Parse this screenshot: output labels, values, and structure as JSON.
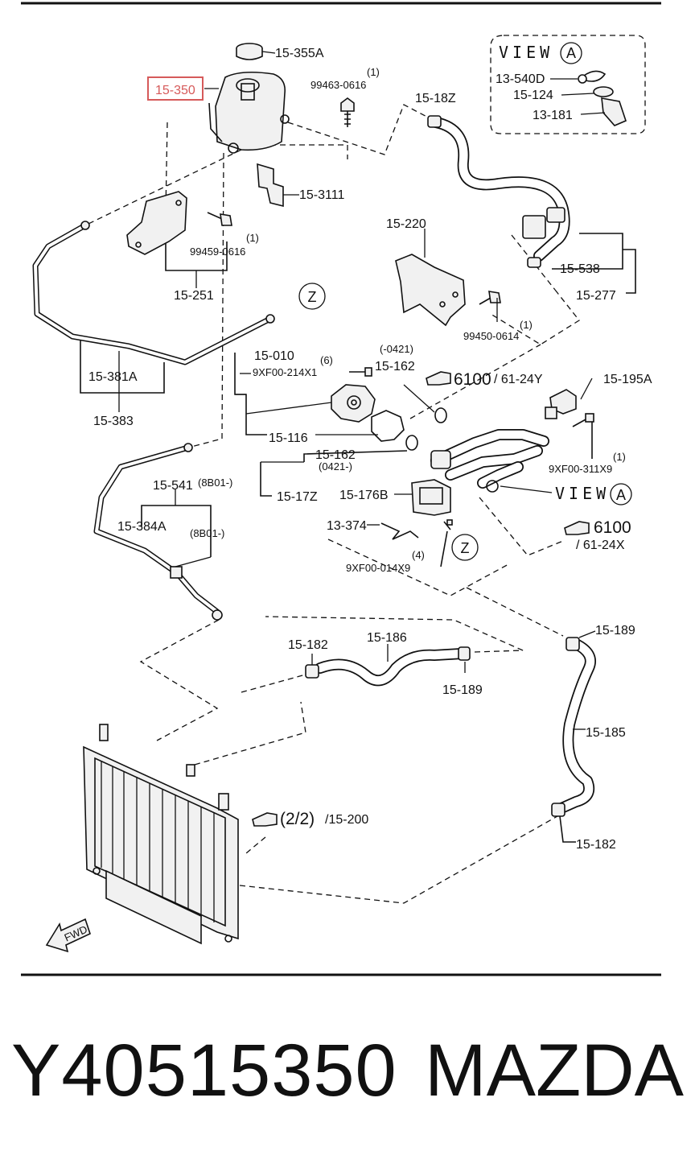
{
  "labels": {
    "p_15_355A": "15-355A",
    "p_15_350": "15-350",
    "p_99463_0616": "99463-0616",
    "q_99463": "(1)",
    "p_15_18Z": "15-18Z",
    "p_15_3111": "15-3111",
    "p_99459_0616": "99459-0616",
    "q_99459": "(1)",
    "p_15_251": "15-251",
    "p_15_220": "15-220",
    "p_15_538": "15-538",
    "p_15_277": "15-277",
    "p_99450_0614": "99450-0614",
    "q_99450": "(1)",
    "p_15_381A": "15-381A",
    "p_15_383": "15-383",
    "p_15_010": "15-010",
    "q_9XF00_214": "(6)",
    "p_9XF00_214X1": "9XF00-214X1",
    "p_15_116": "15-116",
    "d_0421_a": "(-0421)",
    "p_15_162_a": "15-162",
    "ref_6100_a": "6100",
    "ref_61_24Y": "/ 61-24Y",
    "p_15_195A": "15-195A",
    "p_15_162_b": "15-162",
    "d_0421_b": "(0421-)",
    "p_15_17Z": "15-17Z",
    "p_15_176B": "15-176B",
    "q_9XF00_311": "(1)",
    "p_9XF00_311X9": "9XF00-311X9",
    "p_15_541": "15-541",
    "d_8B01_a": "(8B01-)",
    "p_15_384A": "15-384A",
    "d_8B01_b": "(8B01-)",
    "p_13_374": "13-374",
    "q_9XF00_014": "(4)",
    "p_9XF00_014X9": "9XF00-014X9",
    "ref_6100_b": "6100",
    "ref_61_24X": "/ 61-24X",
    "p_15_189_a": "15-189",
    "p_15_182_a": "15-182",
    "p_15_186": "15-186",
    "p_15_189_b": "15-189",
    "p_15_185": "15-185",
    "ref_2_2": "(2/2)",
    "ref_15_200": "/15-200",
    "p_15_182_b": "15-182",
    "p_13_540D": "13-540D",
    "p_15_124": "15-124",
    "p_13_181": "13-181"
  },
  "view_box": {
    "title": "VIEW",
    "letter": "A"
  },
  "view_callout": {
    "title": "VIEW",
    "letter": "A"
  },
  "z_marker_1": "Z",
  "z_marker_2": "Z",
  "fwd_label": "FWD",
  "highlight": {
    "part": "15-350",
    "color": "#d65a5a"
  },
  "footer": {
    "part_number": "Y40515350",
    "brand": "MAZDA"
  },
  "icons": {
    "hand": "pointing-hand-icon",
    "fwd": "forward-arrow-icon"
  }
}
